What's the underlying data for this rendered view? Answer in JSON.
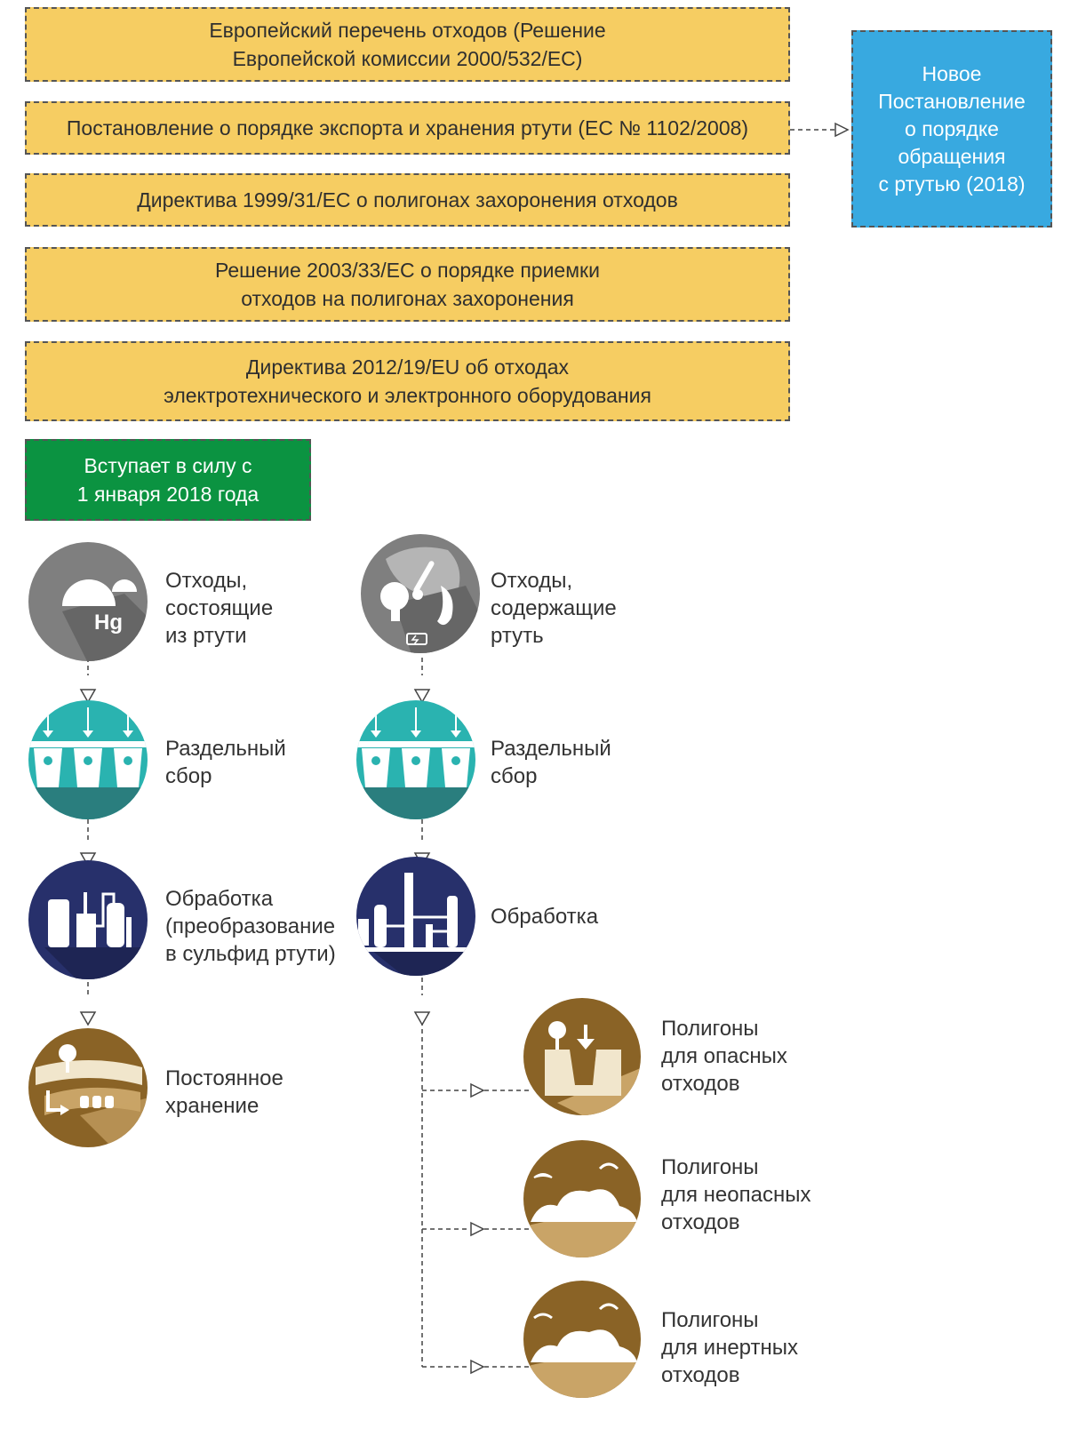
{
  "legislation": [
    {
      "lines": [
        "Европейский перечень отходов (Решение",
        "Европейской комиссии 2000/532/ЕС)"
      ]
    },
    {
      "lines": [
        "Постановление о порядке экспорта и хранения ртути (ЕС № 1102/2008)"
      ]
    },
    {
      "lines": [
        "Директива 1999/31/ЕС о полигонах захоронения отходов"
      ]
    },
    {
      "lines": [
        "Решение 2003/33/ЕС о порядке приемки",
        "отходов на полигонах захоронения"
      ]
    },
    {
      "lines": [
        "Директива 2012/19/EU об отходах",
        "электротехнического и электронного оборудования"
      ]
    }
  ],
  "new_regulation": {
    "lines": [
      "Новое",
      "Постановление",
      "о порядке",
      "обращения",
      "с ртутью (2018)"
    ]
  },
  "effective": {
    "lines": [
      "Вступает в силу с",
      "1 января 2018 года"
    ]
  },
  "left_flow": [
    {
      "icon": "mercury-drops-icon",
      "lines": [
        "Отходы,",
        "состоящие",
        "из ртути"
      ],
      "color": "#7f7f7f"
    },
    {
      "icon": "recycling-bins-icon",
      "lines": [
        "Раздельный",
        "сбор"
      ],
      "color": "#2ab3b0"
    },
    {
      "icon": "processing-plant-icon",
      "lines": [
        "Обработка",
        "(преобразование",
        "в сульфид ртути)"
      ],
      "color": "#27306b"
    },
    {
      "icon": "underground-storage-icon",
      "lines": [
        "Постоянное",
        "хранение"
      ],
      "color": "#8a6326"
    }
  ],
  "right_flow": [
    {
      "icon": "mercury-products-icon",
      "lines": [
        "Отходы,",
        "содержащие",
        "ртуть"
      ],
      "color": "#7f7f7f"
    },
    {
      "icon": "recycling-bins-icon",
      "lines": [
        "Раздельный",
        "сбор"
      ],
      "color": "#2ab3b0"
    },
    {
      "icon": "refinery-icon",
      "lines": [
        "Обработка"
      ],
      "color": "#27306b"
    }
  ],
  "landfills": [
    {
      "icon": "hazardous-landfill-icon",
      "lines": [
        "Полигоны",
        "для опасных",
        "отходов"
      ],
      "color": "#8a6326"
    },
    {
      "icon": "non-hazardous-landfill-icon",
      "lines": [
        "Полигоны",
        "для неопасных",
        "отходов"
      ],
      "color": "#8a6326"
    },
    {
      "icon": "inert-landfill-icon",
      "lines": [
        "Полигоны",
        "для инертных",
        "отходов"
      ],
      "color": "#8a6326"
    }
  ],
  "colors": {
    "yellow": "#f6cd62",
    "blue": "#38a9e0",
    "green": "#0b9341"
  }
}
